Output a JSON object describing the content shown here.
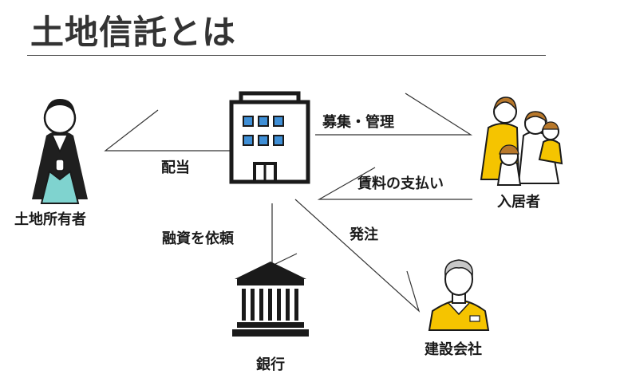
{
  "title": "土地信託とは",
  "nodes": {
    "owner": "土地所有者",
    "residents": "入居者",
    "bank": "銀行",
    "constructor": "建設会社"
  },
  "edges": {
    "dividend": "配当",
    "recruit_manage": "募集・管理",
    "rent_payment": "賃料の支払い",
    "loan_request": "融資を依頼",
    "order": "発注"
  },
  "colors": {
    "accent_yellow": "#f5c400",
    "teal": "#7fd3cf",
    "window_blue": "#3f8fd6",
    "ink": "#1a1a1a"
  }
}
